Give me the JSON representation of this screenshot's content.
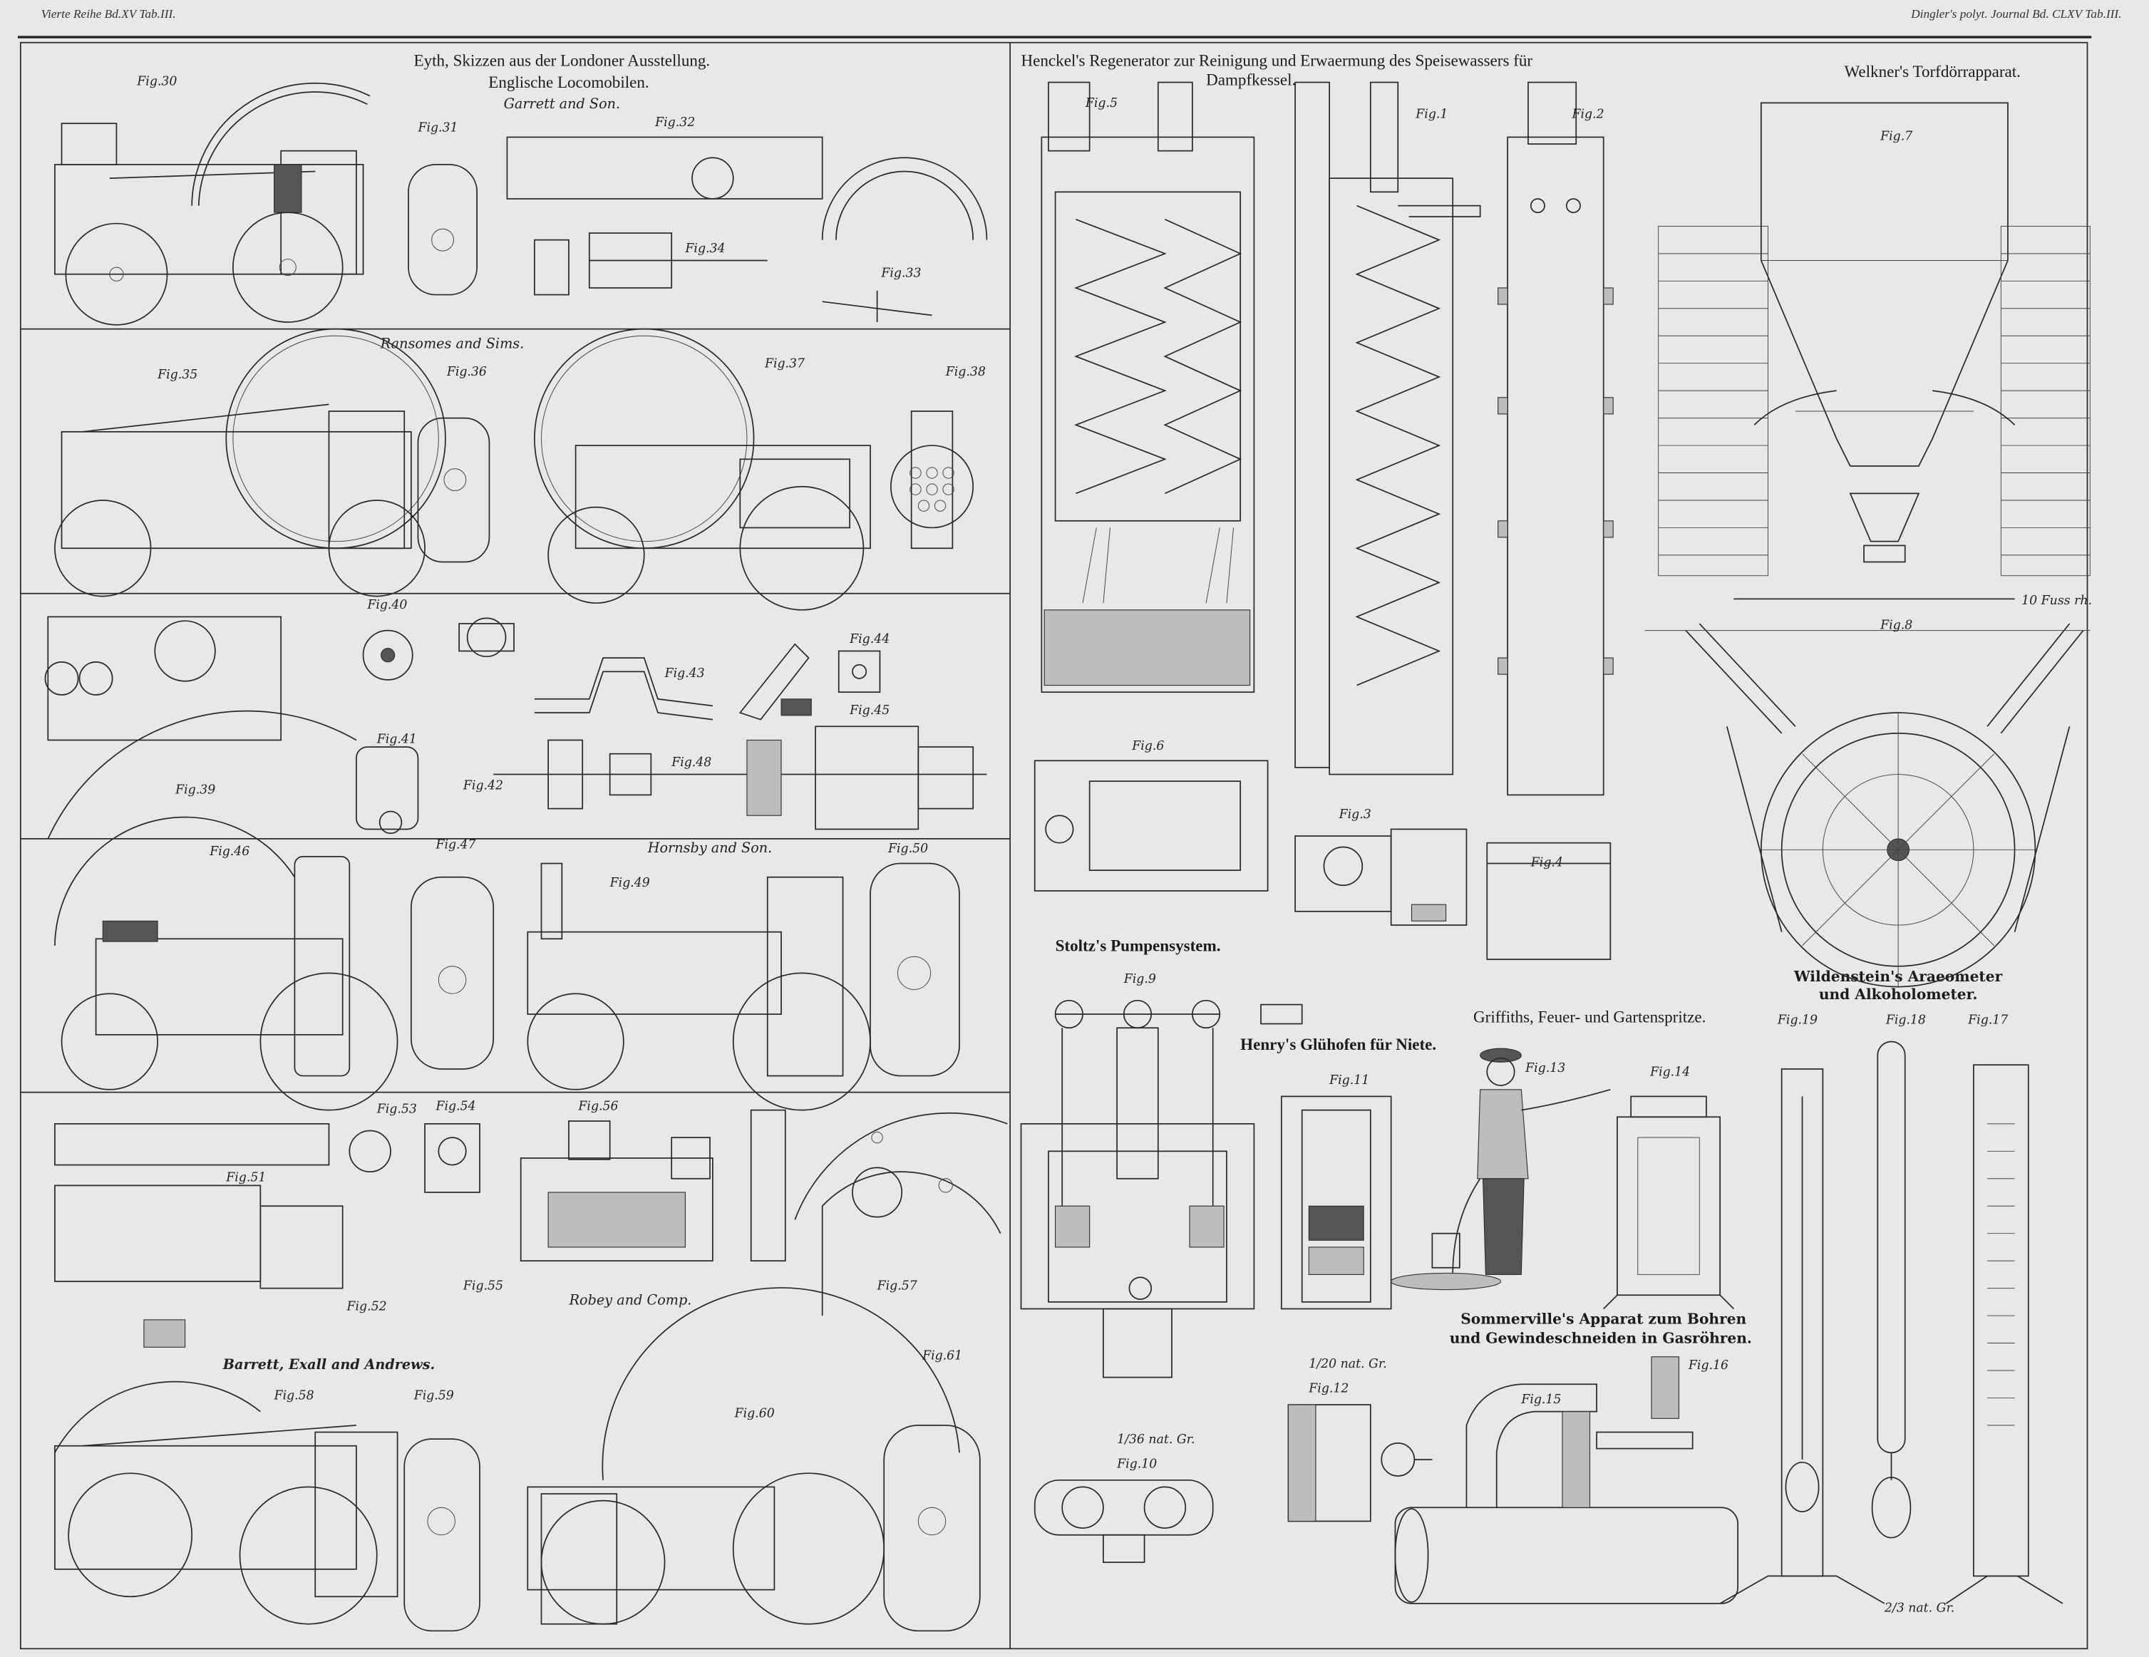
{
  "header": {
    "left": "Vierte Reihe Bd.XV Tab.III.",
    "right": "Dingler's polyt. Journal Bd. CLXV Tab.III."
  },
  "titles": {
    "eyth_1": "Eyth, Skizzen aus der Londoner Ausstellung.",
    "eyth_2": "Englische Locomobilen.",
    "garrett": "Garrett and Son.",
    "ransomes": "Ransomes and Sims.",
    "hornsby": "Hornsby and Son.",
    "robey": "Robey and Comp.",
    "barrett": "Barrett, Exall and Andrews.",
    "henckel_1": "Henckel's Regenerator zur Reinigung und Erwaermung des Speisewassers für",
    "henckel_2": "Dampfkessel.",
    "welkner": "Welkner's Torfdörrapparat.",
    "stoltz": "Stoltz's Pumpensystem.",
    "henry": "Henry's Glühofen für Niete.",
    "griffiths": "Griffiths, Feuer- und Gartenspritze.",
    "wildenstein_1": "Wildenstein's Araeometer",
    "wildenstein_2": "und Alkoholometer.",
    "sommerville_1": "Sommerville's Apparat zum Bohren",
    "sommerville_2": "und Gewindeschneiden in Gasröhren."
  },
  "scales": {
    "fig10": "1/36 nat. Gr.",
    "fig12": "1/20 nat. Gr.",
    "fig18": "2/3 nat. Gr.",
    "welkner_scale": "10 Fuss rh."
  },
  "figures": [
    "Fig.30",
    "Fig.31",
    "Fig.32",
    "Fig.33",
    "Fig.34",
    "Fig.35",
    "Fig.36",
    "Fig.37",
    "Fig.38",
    "Fig.39",
    "Fig.40",
    "Fig.41",
    "Fig.42",
    "Fig.43",
    "Fig.44",
    "Fig.45",
    "Fig.46",
    "Fig.47",
    "Fig.48",
    "Fig.49",
    "Fig.50",
    "Fig.51",
    "Fig.52",
    "Fig.53",
    "Fig.54",
    "Fig.55",
    "Fig.56",
    "Fig.57",
    "Fig.58",
    "Fig.59",
    "Fig.60",
    "Fig.61",
    "Fig.1",
    "Fig.2",
    "Fig.3",
    "Fig.4",
    "Fig.5",
    "Fig.6",
    "Fig.7",
    "Fig.8",
    "Fig.9",
    "Fig.10",
    "Fig.11",
    "Fig.12",
    "Fig.13",
    "Fig.14",
    "Fig.15",
    "Fig.16",
    "Fig.17",
    "Fig.18",
    "Fig.19"
  ]
}
